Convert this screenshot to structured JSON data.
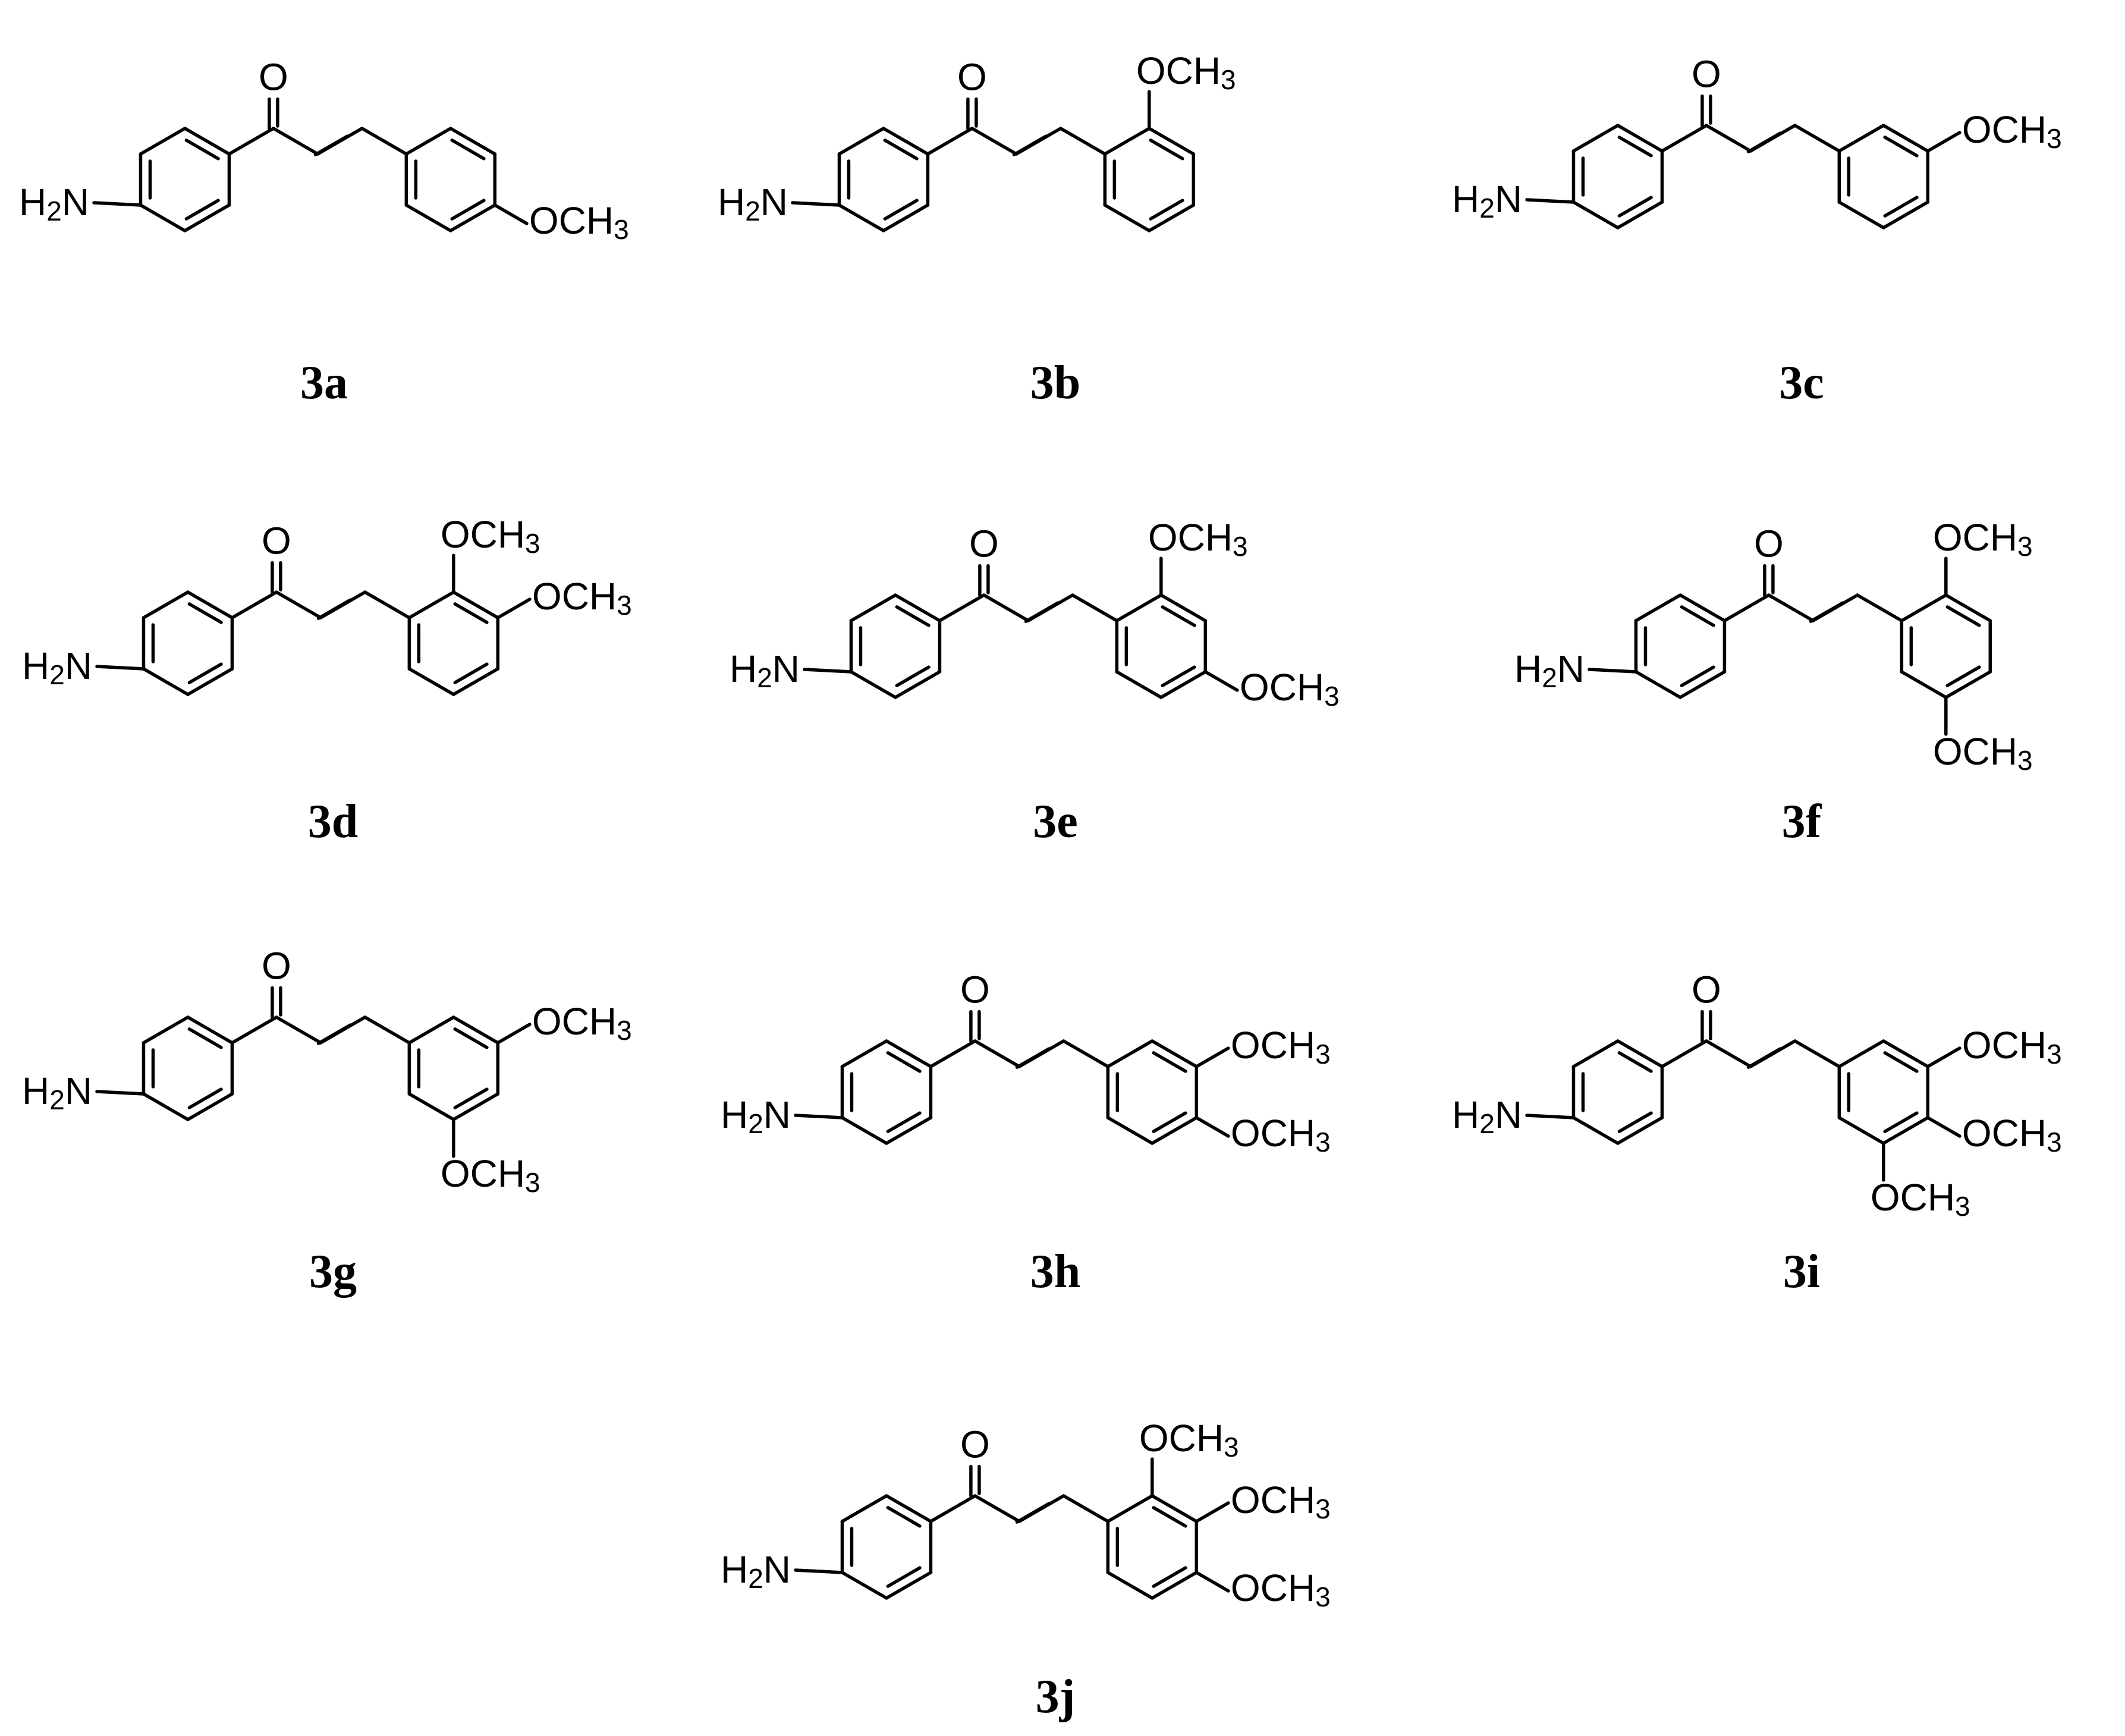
{
  "figure": {
    "compounds": [
      {
        "id": "3a",
        "label": "3a",
        "substituents": [
          {
            "position": "4",
            "text": "OCH3"
          }
        ]
      },
      {
        "id": "3b",
        "label": "3b",
        "substituents": [
          {
            "position": "2",
            "text": "OCH3"
          }
        ]
      },
      {
        "id": "3c",
        "label": "3c",
        "substituents": [
          {
            "position": "3",
            "text": "OCH3"
          }
        ]
      },
      {
        "id": "3d",
        "label": "3d",
        "substituents": [
          {
            "position": "2",
            "text": "OCH3"
          },
          {
            "position": "3",
            "text": "OCH3"
          }
        ]
      },
      {
        "id": "3e",
        "label": "3e",
        "substituents": [
          {
            "position": "2",
            "text": "OCH3"
          },
          {
            "position": "4",
            "text": "OCH3"
          }
        ]
      },
      {
        "id": "3f",
        "label": "3f",
        "substituents": [
          {
            "position": "2",
            "text": "OCH3"
          },
          {
            "position": "5",
            "text": "OCH3"
          }
        ]
      },
      {
        "id": "3g",
        "label": "3g",
        "substituents": [
          {
            "position": "3",
            "text": "OCH3"
          },
          {
            "position": "5",
            "text": "OCH3"
          }
        ]
      },
      {
        "id": "3h",
        "label": "3h",
        "substituents": [
          {
            "position": "3",
            "text": "OCH3"
          },
          {
            "position": "4",
            "text": "OCH3"
          }
        ]
      },
      {
        "id": "3i",
        "label": "3i",
        "substituents": [
          {
            "position": "3",
            "text": "OCH3"
          },
          {
            "position": "4",
            "text": "OCH3"
          },
          {
            "position": "5",
            "text": "OCH3"
          }
        ]
      },
      {
        "id": "3j",
        "label": "3j",
        "substituents": [
          {
            "position": "2",
            "text": "OCH3"
          },
          {
            "position": "3",
            "text": "OCH3"
          },
          {
            "position": "4",
            "text": "OCH3"
          }
        ]
      }
    ],
    "common_groups": {
      "amine": "H2N",
      "carbonyl_oxygen": "O"
    }
  }
}
